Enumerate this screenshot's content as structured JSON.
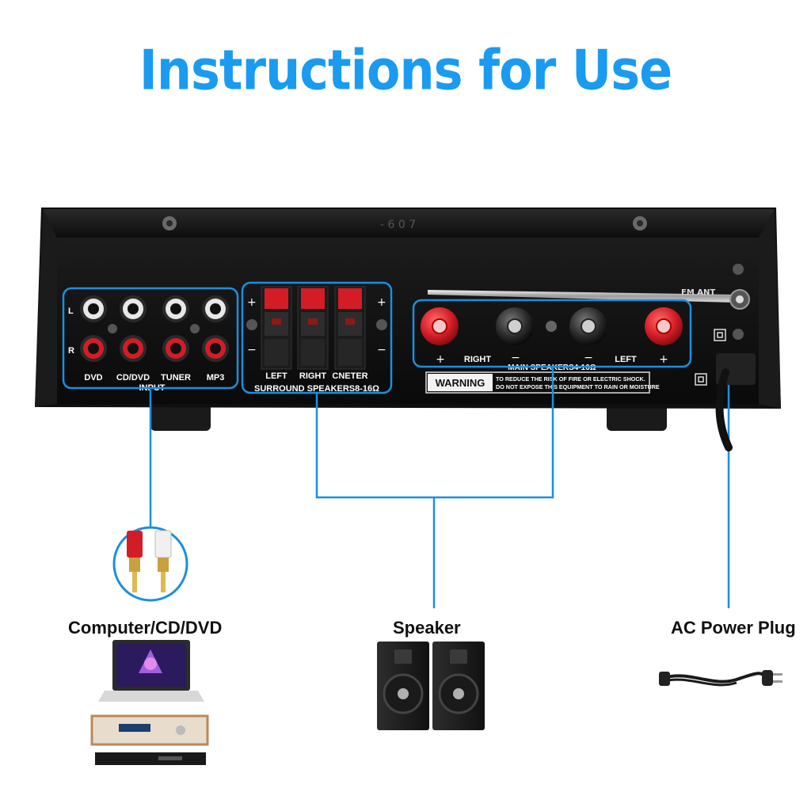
{
  "title": "Instructions for Use",
  "amplifier": {
    "panel_mark": "- 6 0 7",
    "input": {
      "channel_labels": [
        "L",
        "R"
      ],
      "jack_labels": [
        "DVD",
        "CD/DVD",
        "TUNER",
        "MP3"
      ],
      "group_label": "INPUT"
    },
    "surround": {
      "channel_labels": [
        "LEFT",
        "RIGHT",
        "CNETER"
      ],
      "group_label": "SURROUND SPEAKERS8-16Ω",
      "polarity_plus": "+",
      "polarity_minus": "−"
    },
    "main": {
      "right_label": "RIGHT",
      "left_label": "LEFT",
      "group_label": "MAIN SPEAKERS4-16Ω",
      "plus": "+",
      "minus": "−"
    },
    "antenna_label": "FM ANT",
    "warning": {
      "label": "WARNING",
      "line1": "TO REDUCE THE RISK OF FIRE OR ELECTRIC SHOCK.",
      "line2": "DO NOT EXPOSE THIS EQUIPMENT TO RAIN OR MOISTURE"
    },
    "double_insulation_symbol": "⧈"
  },
  "sources": [
    {
      "label": "Computer/CD/DVD",
      "icon": "laptop-dvd-player-icon"
    },
    {
      "label": "Speaker",
      "icon": "speaker-pair-icon"
    },
    {
      "label": "AC Power Plug",
      "icon": "power-cord-icon"
    }
  ],
  "colors": {
    "title": "#1a9bf0",
    "callout": "#1a8fe0",
    "chassis": "#141414",
    "terminal_red": "#d41c26"
  }
}
